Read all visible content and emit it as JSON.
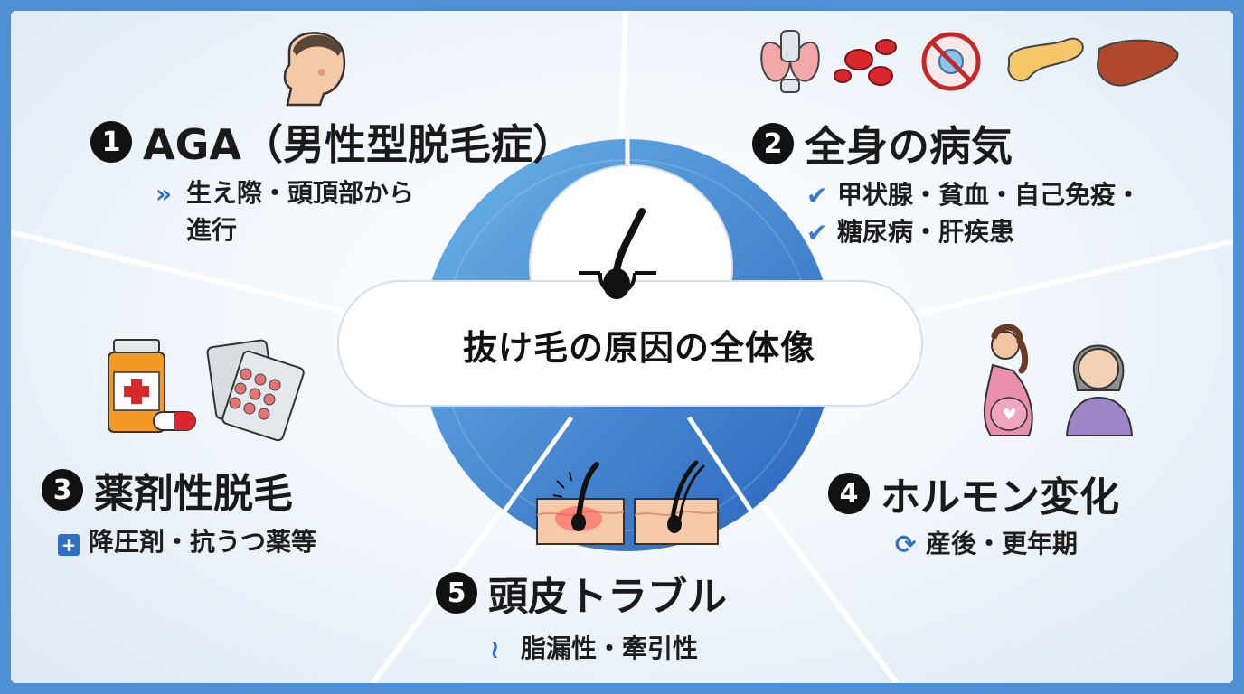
{
  "center": {
    "title": "抜け毛の原因の全体像"
  },
  "causes": [
    {
      "number": "1",
      "title": "AGA（男性型脱毛症）",
      "detail_lines": [
        "生え際・頭頂部から",
        "進行"
      ],
      "detail_icon": "chevrons-icon"
    },
    {
      "number": "2",
      "title": "全身の病気",
      "detail_lines": [
        "甲状腺・貧血・自己免疫・",
        "糖尿病・肝疾患"
      ],
      "detail_icon": "checkmark-icon"
    },
    {
      "number": "3",
      "title": "薬剤性脱毛",
      "detail_lines": [
        "降圧剤・抗うつ薬等"
      ],
      "detail_icon": "medical-cross-icon"
    },
    {
      "number": "4",
      "title": "ホルモン変化",
      "detail_lines": [
        "産後・更年期"
      ],
      "detail_icon": "cycle-arrows-icon"
    },
    {
      "number": "5",
      "title": "頭皮トラブル",
      "detail_lines": [
        "脂漏性・牽引性"
      ],
      "detail_icon": "hair-follicle-icon"
    }
  ],
  "colors": {
    "frame": "#4f8fd4",
    "ring_light": "#5aa8e0",
    "ring_dark": "#2f6fc4",
    "accent_check": "#3a78c8",
    "text": "#1a1a1a"
  }
}
